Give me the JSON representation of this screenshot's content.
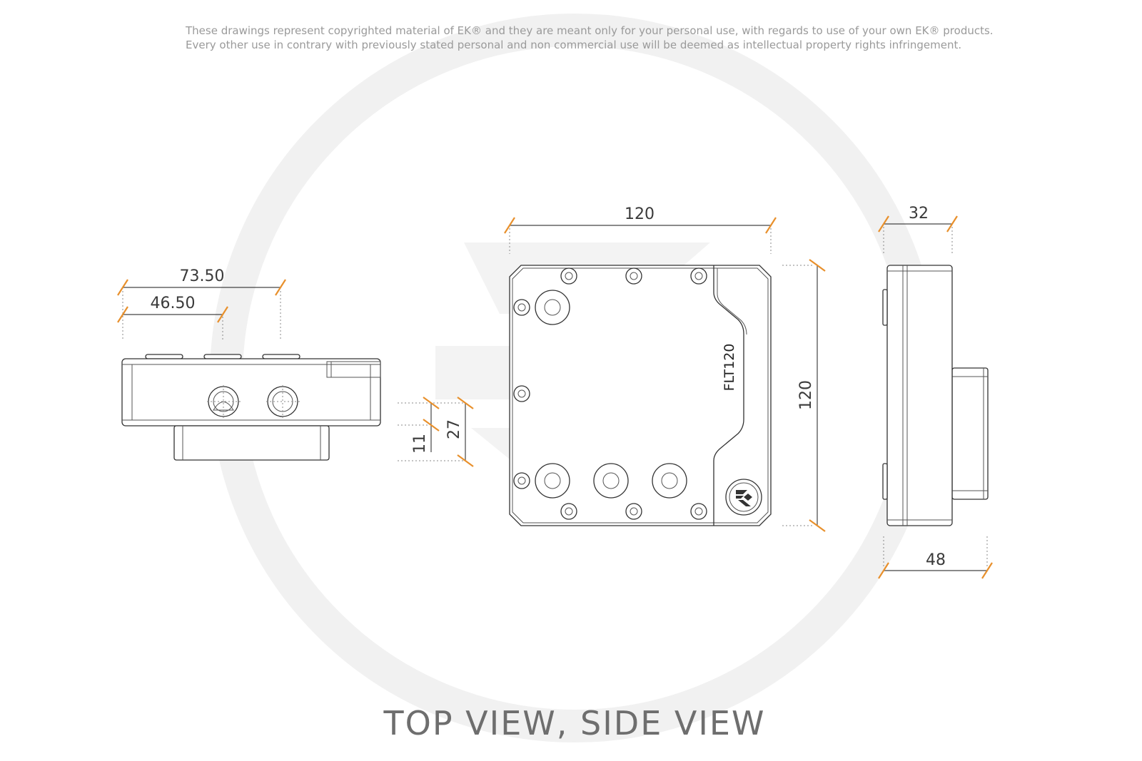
{
  "disclaimer": {
    "line1": "These drawings represent copyrighted material of EK® and they are meant only for your personal use, with regards to use of  your own EK® products.",
    "line2": "Every other use in contrary with previously stated personal and non commercial use will be deemed as intellectual property rights infringement."
  },
  "dimensions": {
    "side_width_total": "73.50",
    "side_width_ports": "46.50",
    "port_height_low": "11",
    "port_height_high": "27",
    "top_width": "120",
    "top_height": "120",
    "right_depth_top": "32",
    "right_depth_bottom": "48"
  },
  "model_label": "FLT120",
  "caption": "TOP VIEW, SIDE VIEW",
  "colors": {
    "dimension_tick": "#e8902c",
    "watermark": "#f2f2f2",
    "outline": "#333333",
    "caption": "#6e6e6e"
  },
  "icons": {
    "watermark": "ek-logo-watermark",
    "badge": "ek-logo-badge"
  }
}
